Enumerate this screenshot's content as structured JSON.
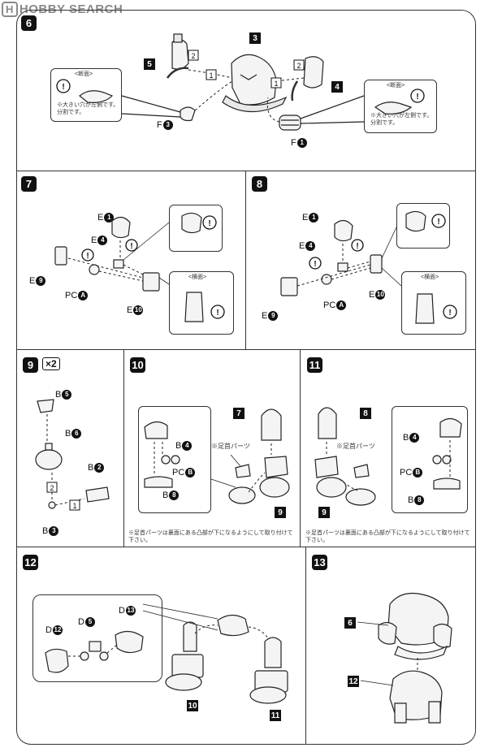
{
  "watermark": {
    "logo": "H",
    "text": "HOBBY SEARCH"
  },
  "steps": {
    "s6": "6",
    "s7": "7",
    "s8": "8",
    "s9": "9",
    "s10": "10",
    "s11": "11",
    "s12": "12",
    "s13": "13"
  },
  "multiplier": "×2",
  "tags": {
    "t3": "3",
    "t5": "5",
    "t4": "4",
    "t7": "7",
    "t8": "8",
    "t9a": "9",
    "t9b": "9",
    "t10": "10",
    "t11": "11",
    "t6": "6",
    "t12": "12"
  },
  "order": {
    "one": "1",
    "two": "2"
  },
  "parts": {
    "F": "F",
    "E": "E",
    "PC": "PC",
    "B": "B",
    "D": "D"
  },
  "circled": {
    "c1": "1",
    "c3": "3",
    "c4": "4",
    "c9": "9",
    "c10": "10",
    "cA": "A",
    "cB": "B",
    "c5": "5",
    "c6": "6",
    "c2": "2",
    "c8": "8",
    "c12": "12",
    "c13": "13"
  },
  "notes": {
    "cross": "<断面>",
    "big_hole_l": "※大きい穴が左側です。\n分割です。",
    "big_hole_r": "※大きい穴が左側です。\n分割です。",
    "side_view": "<横面>",
    "toe_parts": "※足首パーツ",
    "foot_note": "※足首パーツは裏面にある凸部が下になるようにして取り付けて下さい。"
  },
  "exclaim": "!"
}
